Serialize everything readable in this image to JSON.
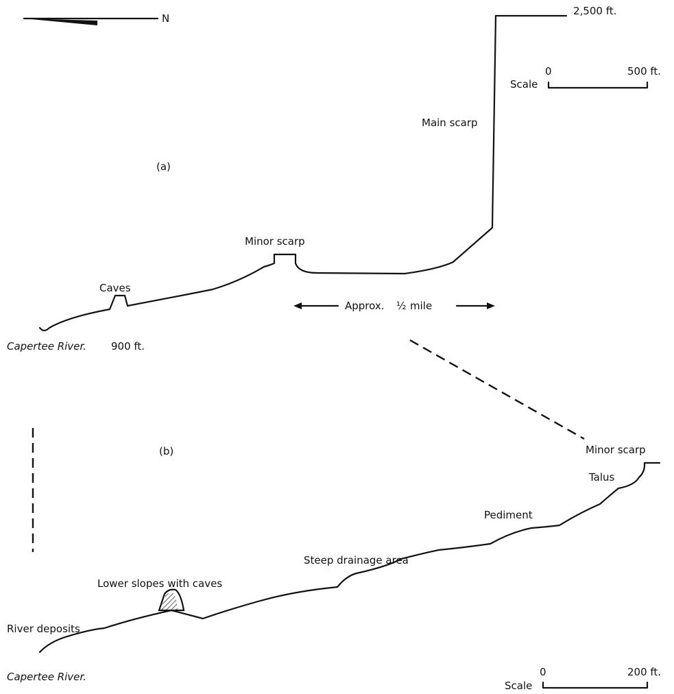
{
  "diagram_a": {
    "panel_label": "(a)",
    "north_label": "N",
    "elevation_top": "2,500 ft.",
    "main_scarp": "Main scarp",
    "minor_scarp": "Minor scarp",
    "caves": "Caves",
    "distance_label": "Approx.",
    "distance_fraction": "½",
    "distance_unit": "mile",
    "river_name": "Capertee River.",
    "river_elevation": "900 ft.",
    "scale": {
      "label": "Scale",
      "min": "0",
      "max": "500 ft."
    }
  },
  "diagram_b": {
    "panel_label": "(b)",
    "minor_scarp": "Minor scarp",
    "talus": "Talus",
    "pediment": "Pediment",
    "steep_drainage": "Steep drainage area",
    "lower_slopes": "Lower slopes with caves",
    "river_deposits": "River deposits",
    "river_name": "Capertee River.",
    "scale": {
      "label": "Scale",
      "min": "0",
      "max": "200 ft."
    }
  }
}
